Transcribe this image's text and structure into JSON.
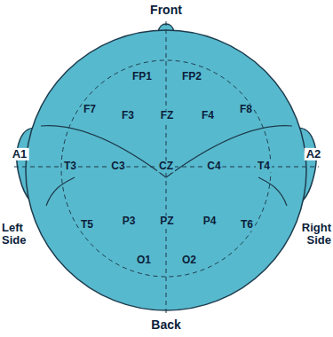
{
  "diagram": {
    "labels": [
      "Front",
      "FP1",
      "FP2",
      "F7",
      "F3",
      "FZ",
      "F4",
      "F8",
      "A1",
      "T3",
      "C3",
      "CZ",
      "C4",
      "T4",
      "A2",
      "Left Side",
      "Right Side",
      "T5",
      "P3",
      "PZ",
      "P4",
      "T6",
      "O1",
      "O2",
      "Back"
    ]
  }
}
